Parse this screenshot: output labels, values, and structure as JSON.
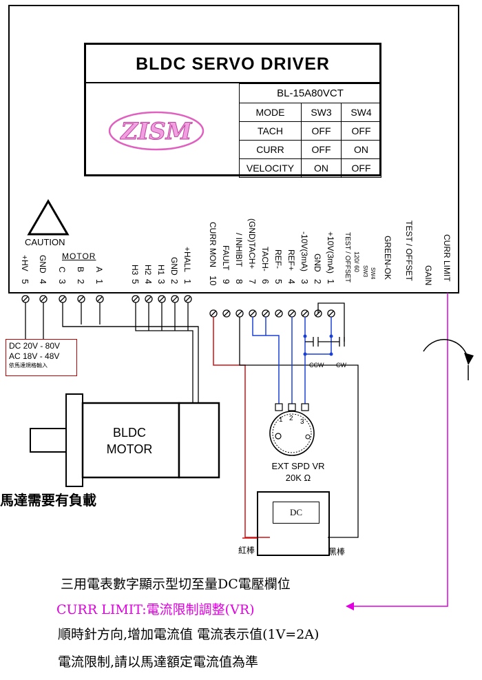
{
  "title": "BLDC  SERVO  DRIVER",
  "logo_text": "ZISM",
  "model": "BL-15A80VCT",
  "switch_table": {
    "headers": [
      "MODE",
      "SW3",
      "SW4"
    ],
    "rows": [
      [
        "TACH",
        "OFF",
        "OFF"
      ],
      [
        "CURR",
        "OFF",
        "ON"
      ],
      [
        "VELOCITY",
        "ON",
        "OFF"
      ]
    ]
  },
  "caution": "CAUTION",
  "motor_group": "MOTOR",
  "terminals_left": [
    {
      "label": "+HV",
      "num": "5"
    },
    {
      "label": "GND",
      "num": "4"
    },
    {
      "label": "C",
      "num": "3"
    },
    {
      "label": "B",
      "num": "2"
    },
    {
      "label": "A",
      "num": "1"
    }
  ],
  "terminals_hall": [
    {
      "label": "H3",
      "num": "5"
    },
    {
      "label": "H2",
      "num": "4"
    },
    {
      "label": "H1",
      "num": "3"
    },
    {
      "label": "GND",
      "num": "2"
    },
    {
      "label": "+HALL",
      "num": "1"
    }
  ],
  "terminals_signal": [
    {
      "label": "CURR MON",
      "num": "10"
    },
    {
      "label": "FAULT",
      "num": "9"
    },
    {
      "label": "/ INHIBIT",
      "num": "8"
    },
    {
      "label": "(GND)TACH+",
      "num": "7"
    },
    {
      "label": "TACH-",
      "num": "6"
    },
    {
      "label": "REF-",
      "num": "5"
    },
    {
      "label": "REF+",
      "num": "4"
    },
    {
      "label": "-10V(3mA)",
      "num": "3"
    },
    {
      "label": "GND",
      "num": "2"
    },
    {
      "label": "+10V(3mA)",
      "num": "1"
    }
  ],
  "switch_labels": [
    "TEST / OFFSET",
    "120/ 60",
    "SW3",
    "SW4"
  ],
  "pot_labels": [
    "GREEN-OK",
    "TEST / OFFSET",
    "GAIN",
    "CURR LIMIT"
  ],
  "power_box": {
    "line1": "DC 20V - 80V",
    "line2": "AC 18V - 48V",
    "line3": "依馬達規格輸入"
  },
  "motor_label": {
    "line1": "BLDC",
    "line2": "MOTOR"
  },
  "motor_note": "馬達需要有負載",
  "vr": {
    "pins": [
      "1",
      "2",
      "3"
    ],
    "line1": "EXT SPD VR",
    "line2": "20K Ω"
  },
  "ccw": "CCW",
  "cw": "CW",
  "meter": {
    "display": "DC",
    "red_probe": "紅棒",
    "black_probe": "黑棒"
  },
  "notes": [
    "三用電表數字顯示型切至量DC電壓欄位",
    "CURR LIMIT:電流限制調整(VR)",
    "順時針方向,增加電流值 電流表示值(1V=2A)",
    "電流限制,請以馬達額定電流值為準"
  ],
  "colors": {
    "wire_blue": "#1a3fd6",
    "wire_red": "#d01010",
    "accent_magenta": "#e000e0"
  }
}
